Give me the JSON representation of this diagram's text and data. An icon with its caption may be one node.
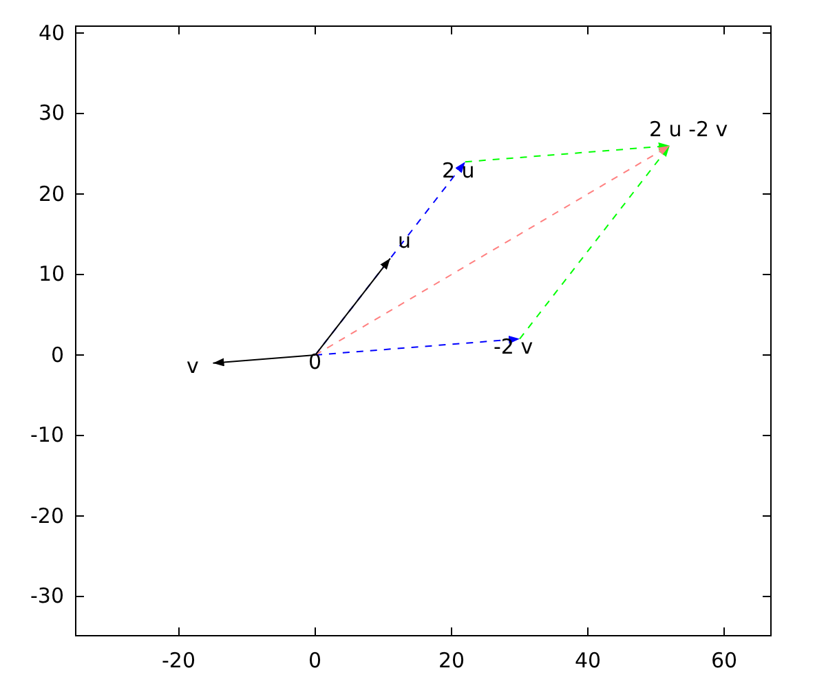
{
  "diagram": {
    "nodes": [
      {
        "text": [
          "0"
        ]
      },
      {
        "text": [
          "u"
        ]
      },
      {
        "text": [
          "v"
        ]
      },
      {
        "text": [
          "2 u"
        ]
      },
      {
        "text": [
          "-2 v"
        ]
      },
      {
        "text": [
          "2 u -2 v"
        ]
      }
    ],
    "edges": [
      {
        "from": 0,
        "to": 3,
        "arrow": "to",
        "style": "dashed",
        "color": "#0000ff"
      },
      {
        "from": 0,
        "to": 4,
        "arrow": "to",
        "style": "dashed",
        "color": "#0000ff"
      },
      {
        "from": 3,
        "to": 5,
        "arrow": "to",
        "style": "dashed",
        "color": "#00ff00"
      },
      {
        "from": 4,
        "to": 5,
        "arrow": "to",
        "style": "dashed",
        "color": "#00ff00"
      },
      {
        "from": 0,
        "to": 5,
        "arrow": "to",
        "style": "dashed",
        "color": "#ff8080"
      },
      {
        "from": 0,
        "to": 1,
        "arrow": "to",
        "color": "#000000"
      },
      {
        "from": 0,
        "to": 2,
        "arrow": "to",
        "color": "#000000"
      }
    ],
    "labels": [
      "40",
      "30",
      "20",
      "10",
      "0",
      "-10",
      "-20",
      "-30",
      "-20",
      "0",
      "20",
      "40",
      "60"
    ]
  }
}
